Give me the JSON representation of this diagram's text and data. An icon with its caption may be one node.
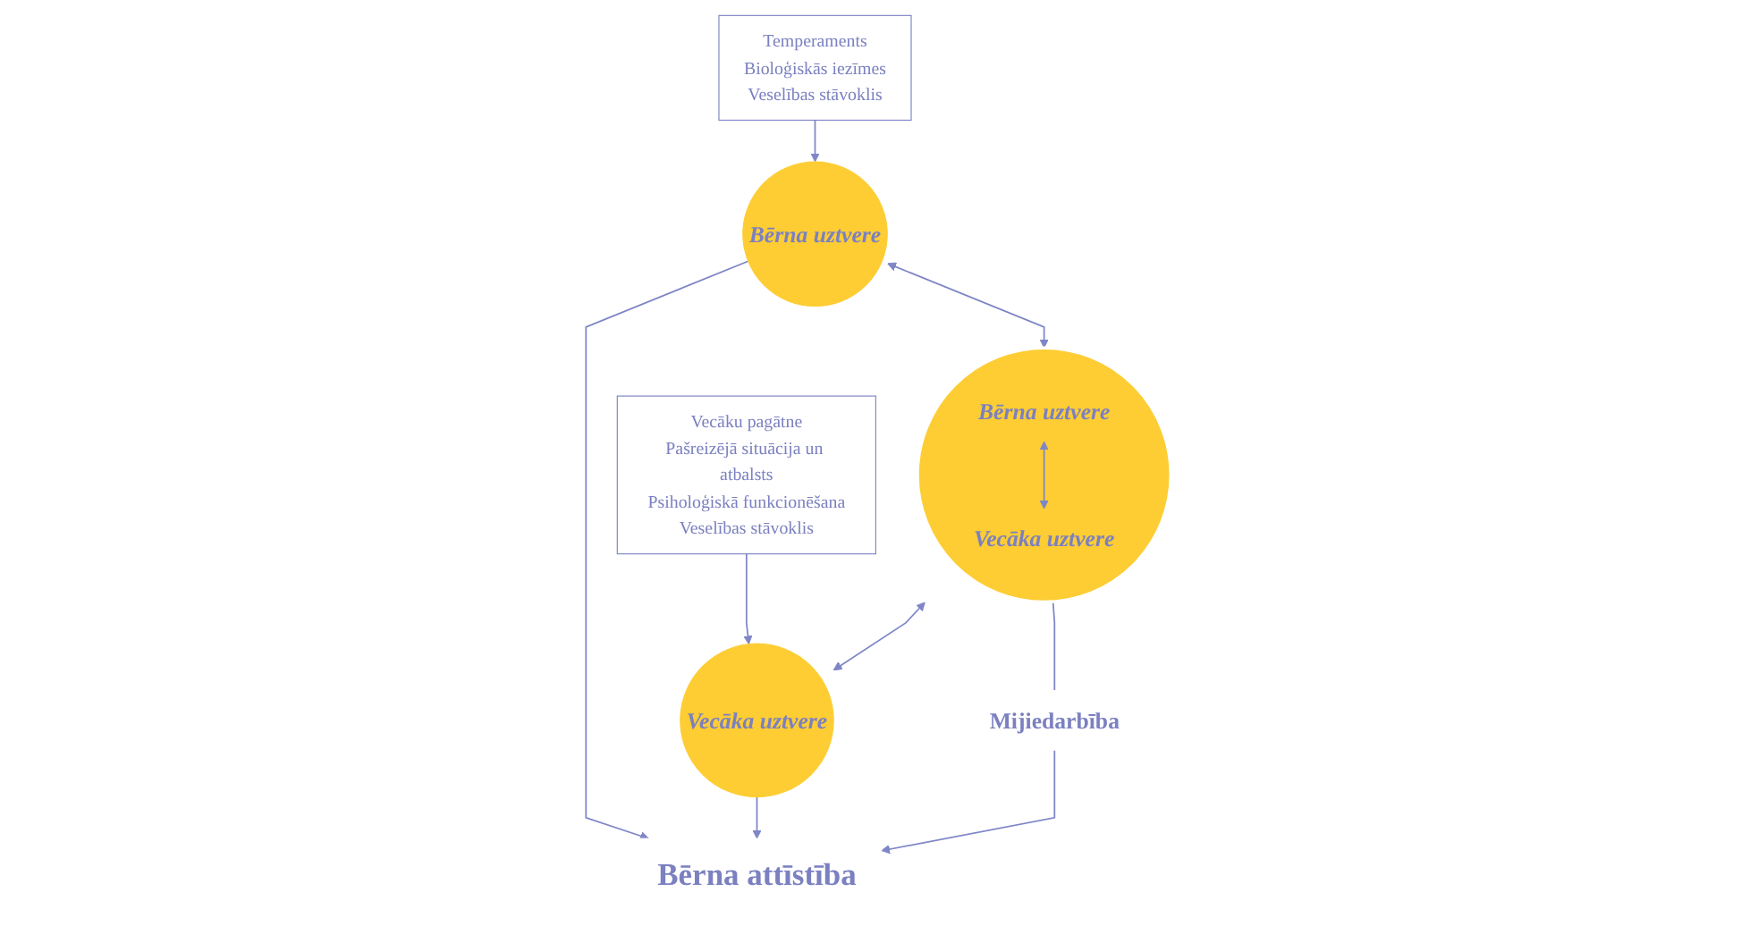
{
  "diagram": {
    "nodes": [
      {
        "text": [
          "Temperaments",
          "Bioloģiskās iezīmes",
          "Veselības stāvoklis"
        ]
      },
      {
        "text": [
          "Bērna uztvere"
        ]
      },
      {
        "text": [],
        "shape": "circle"
      },
      {
        "text": [
          "Bērna uztvere"
        ],
        "in": 2
      },
      {
        "text": [
          "Vecāka uztvere"
        ],
        "in": 2
      },
      {
        "text": [
          "Vecāku pagātne",
          "Pašreizējā situācija un atbalsts",
          "Psiholoģiskā funkcionēšana",
          "Veselības stāvoklis"
        ]
      },
      {
        "text": [
          "Vecāka uztvere"
        ]
      },
      {
        "text": [
          "Mijiedarbība"
        ]
      },
      {
        "text": [
          "Bērna attīstība"
        ]
      }
    ],
    "edges": [
      {
        "from": 0,
        "to": 1,
        "arrow": "to"
      },
      {
        "from": 1,
        "to": 2,
        "arrow": "both"
      },
      {
        "from": 3,
        "to": 4,
        "arrow": "both"
      },
      {
        "from": 2,
        "to": 6,
        "arrow": "both"
      },
      {
        "from": 5,
        "to": 6,
        "arrow": "to"
      },
      {
        "from": 2,
        "to": 7,
        "arrow": "none"
      },
      {
        "from": 7,
        "to": 8,
        "arrow": "to"
      },
      {
        "from": 1,
        "to": 8,
        "arrow": "to"
      },
      {
        "from": 6,
        "to": 8,
        "arrow": "to"
      }
    ]
  }
}
